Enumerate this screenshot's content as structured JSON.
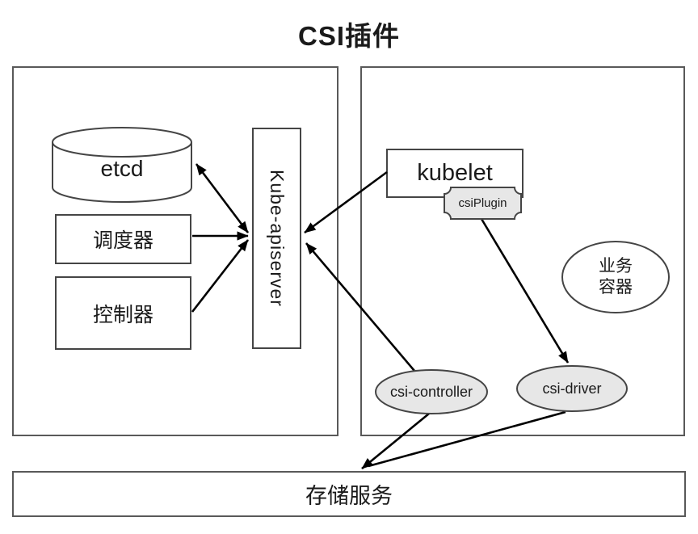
{
  "title": "CSI插件",
  "colors": {
    "background": "#ffffff",
    "panel_border": "#595959",
    "node_border": "#454545",
    "gray_fill": "#e7e7e7",
    "white_fill": "#ffffff",
    "arrow": "#000000"
  },
  "control_plane": {
    "etcd_label": "etcd",
    "scheduler_label": "调度器",
    "controller_label": "控制器",
    "apiserver_label": "Kube-apiserver"
  },
  "node": {
    "kubelet_label": "kubelet",
    "csi_plugin_label": "csiPlugin",
    "business_container": {
      "line1": "业务",
      "line2": "容器"
    },
    "csi_controller_label": "csi-controller",
    "csi_driver_label": "csi-driver"
  },
  "storage": {
    "label": "存储服务"
  }
}
